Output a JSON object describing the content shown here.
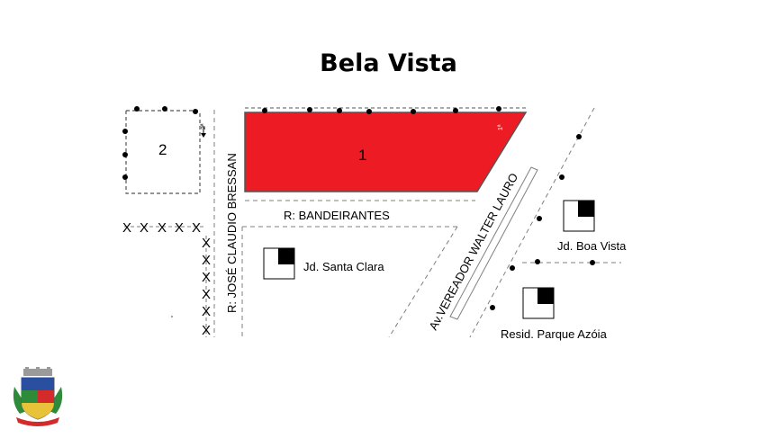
{
  "title": "Bela Vista",
  "lots": [
    {
      "id": "1",
      "label": "1",
      "fill": "#ed1c24"
    },
    {
      "id": "2",
      "label": "2",
      "fill": "#ffffff"
    }
  ],
  "lot2_note": "2ª",
  "lot1_note": "1ª",
  "streets": {
    "bandeirantes": "R: BANDEIRANTES",
    "jose_claudio": "R: JOSÉ CLAUDIO BRESSAN",
    "walter_lauro": "Av.VEREADOR  WALTER LAURO"
  },
  "neighborhoods": {
    "santa_clara": "Jd. Santa Clara",
    "boa_vista": "Jd. Boa Vista",
    "parque_azoia": "Resid. Parque Azóia"
  },
  "colors": {
    "lot_highlight": "#ed1c24",
    "line": "#7f7f7f",
    "text": "#000000"
  },
  "icons": [
    "neighborhood-symbol",
    "municipal-crest"
  ]
}
